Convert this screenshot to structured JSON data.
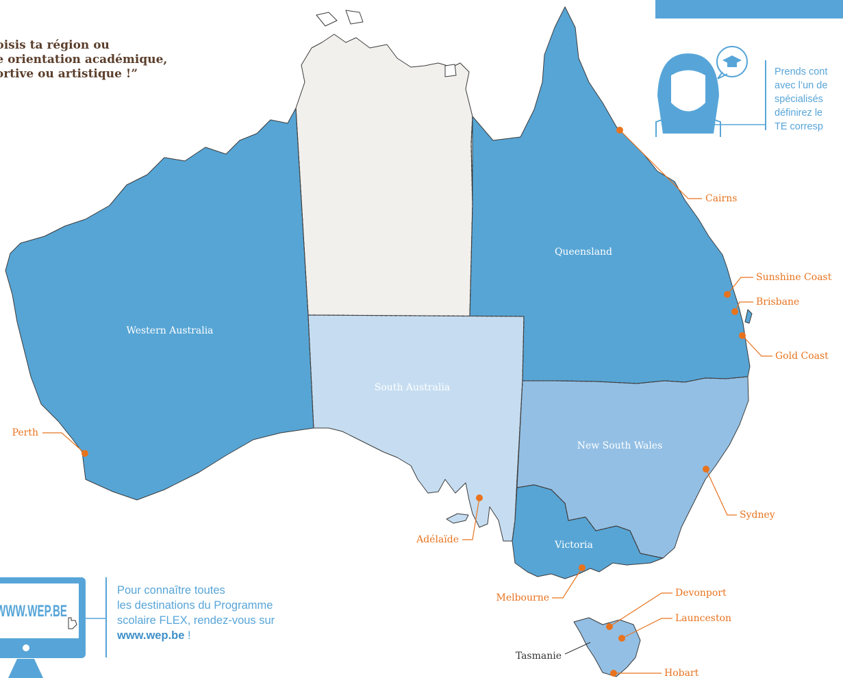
{
  "quote": {
    "text": "hoisis ta région ou\nne orientation académique,\nportive ou artistique !”"
  },
  "contact": {
    "text": "Prends cont\navec l’un de\nspécialisés\ndéfinirez le\nTE corresp",
    "icons": [
      "person-icon",
      "graduation-cap-icon"
    ]
  },
  "regions": [
    {
      "name": "Western Australia",
      "color": "#57a5d5"
    },
    {
      "name": "Queensland",
      "color": "#57a5d5"
    },
    {
      "name": "South Australia",
      "color": "#c6ddf1"
    },
    {
      "name": "New South Wales",
      "color": "#93bfe4"
    },
    {
      "name": "Victoria",
      "color": "#57a5d5"
    },
    {
      "name": "Tasmanie",
      "color": "#93bfe4"
    },
    {
      "name": "",
      "color": "#f2f0ed"
    }
  ],
  "cities": [
    "Perth",
    "Adélaïde",
    "Melbourne",
    "Cairns",
    "Sunshine Coast",
    "Brisbane",
    "Gold Coast",
    "Sydney",
    "Devonport",
    "Launceston",
    "Hobart"
  ],
  "web": {
    "screen_text": "WWW.WEP.BE",
    "line1": "Pour connaître toutes",
    "line2": "les destinations du Programme",
    "line3": "scolaire FLEX, rendez-vous sur",
    "link": "www.wep.be",
    "suffix": " !"
  },
  "colors": {
    "accent": "#57a5d8",
    "city": "#e8731e",
    "quote": "#5a3e2b"
  }
}
